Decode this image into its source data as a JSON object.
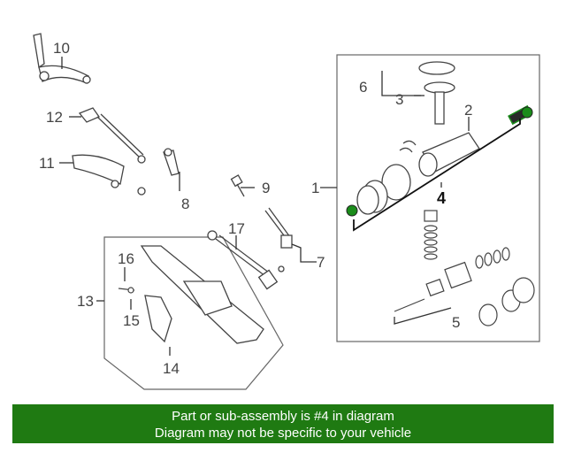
{
  "callouts": {
    "c1": "1",
    "c2": "2",
    "c3": "3",
    "c4": "4",
    "c5": "5",
    "c6": "6",
    "c7": "7",
    "c8": "8",
    "c9": "9",
    "c10": "10",
    "c11": "11",
    "c12": "12",
    "c13": "13",
    "c14": "14",
    "c15": "15",
    "c16": "16",
    "c17": "17"
  },
  "banner": {
    "line1": "Part or sub-assembly is #4 in diagram",
    "line2": "Diagram may not be specific to your vehicle"
  },
  "colors": {
    "banner_bg": "#1f7a12",
    "highlight": "#1a8c1a"
  }
}
